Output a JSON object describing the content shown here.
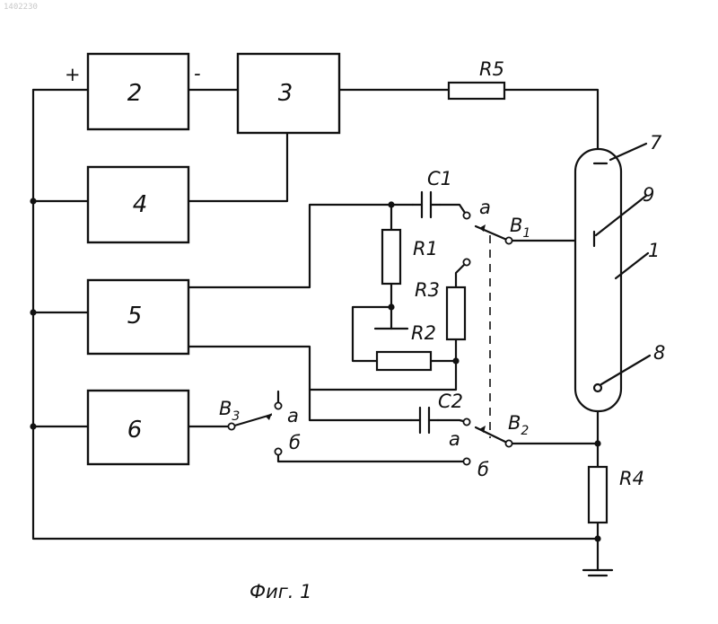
{
  "document_id": "1402230",
  "blocks": {
    "b2": "2",
    "b3": "3",
    "b4": "4",
    "b5": "5",
    "b6": "6"
  },
  "polarity": {
    "plus": "+",
    "minus": "-"
  },
  "resistors": {
    "r1": "R1",
    "r2": "R2",
    "r3": "R3",
    "r4": "R4",
    "r5": "R5"
  },
  "capacitors": {
    "c1": "C1",
    "c2": "C2"
  },
  "switches": {
    "b1": {
      "letter": "B",
      "index": "1",
      "pos_a": "a"
    },
    "b2": {
      "letter": "B",
      "index": "2",
      "pos_a": "a",
      "pos_b": "б"
    },
    "b3": {
      "letter": "B",
      "index": "3",
      "pos_a": "a",
      "pos_b": "б"
    }
  },
  "device": {
    "body": "1",
    "anode": "7",
    "cathode": "8",
    "probe": "9"
  },
  "caption": "Фиг. 1"
}
